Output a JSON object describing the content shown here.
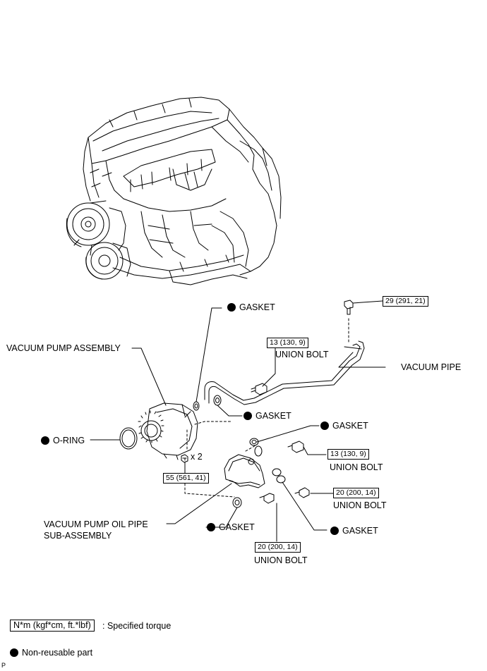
{
  "labels": {
    "gasket_top": "GASKET",
    "vacuum_pump_assembly": "VACUUM PUMP ASSEMBLY",
    "vacuum_pipe": "VACUUM PIPE",
    "union_bolt_1": "UNION BOLT",
    "gasket_mid": "GASKET",
    "gasket_right": "GASKET",
    "o_ring": "O-RING",
    "x2": "x 2",
    "union_bolt_2": "UNION BOLT",
    "union_bolt_3": "UNION BOLT",
    "oil_pipe_line1": "VACUUM PUMP OIL PIPE",
    "oil_pipe_line2": "SUB-ASSEMBLY",
    "gasket_bottom_left": "GASKET",
    "gasket_bottom_right": "GASKET",
    "union_bolt_4": "UNION BOLT"
  },
  "torques": {
    "t29": "29 (291, 21)",
    "t13a": "13 (130, 9)",
    "t13b": "13 (130, 9)",
    "t55": "55 (561, 41)",
    "t20a": "20 (200, 14)",
    "t20b": "20 (200, 14)"
  },
  "legend": {
    "unit": "N*m (kgf*cm, ft.*lbf)",
    "unit_desc": ": Specified torque",
    "nonreusable": "Non-reusable part",
    "corner": "P"
  }
}
